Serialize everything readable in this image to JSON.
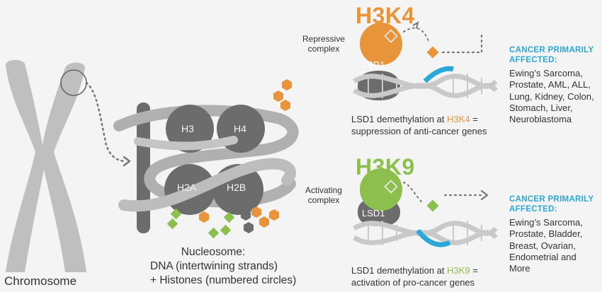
{
  "colors": {
    "h3k4": "#e8943a",
    "h3k9": "#8dbf4f",
    "heading": "#2aa8d8",
    "chromosome": "#bfbfbf",
    "histone": "#6c6c6c",
    "dna_strand": "#cfcfcf",
    "highlight": "#2aa8d8"
  },
  "chromosome": {
    "label": "Chromosome"
  },
  "nucleosome": {
    "histones": [
      "H3",
      "H4",
      "H2A",
      "H2B"
    ],
    "caption": [
      "Nucleosome:",
      "DNA (intertwining strands)",
      "+ Histones (numbered circles)"
    ]
  },
  "panels": [
    {
      "mark": "H3K4",
      "complex_label": [
        "Repressive",
        "complex"
      ],
      "enzyme": "LSD1",
      "caption_prefix": "LSD1 demethylation at ",
      "caption_mark": "H3K4",
      "caption_suffix": " =",
      "caption_line2": "suppression of anti-cancer genes",
      "heading": [
        "CANCER PRIMARILY",
        "AFFECTED:"
      ],
      "cancers": "Ewing’s Sarcoma, Prostate, AML, ALL, Lung, Kidney, Colon, Stomach, Liver, Neuroblastoma"
    },
    {
      "mark": "H3K9",
      "complex_label": [
        "Activating",
        "complex"
      ],
      "enzyme": "LSD1",
      "caption_prefix": "LSD1 demethylation at ",
      "caption_mark": "H3K9",
      "caption_suffix": " =",
      "caption_line2": "activation of pro-cancer genes",
      "heading": [
        "CANCER PRIMARILY",
        "AFFECTED:"
      ],
      "cancers": "Ewing’s Sarcoma, Prostate, Bladder, Breast, Ovarian, Endometrial and More"
    }
  ]
}
